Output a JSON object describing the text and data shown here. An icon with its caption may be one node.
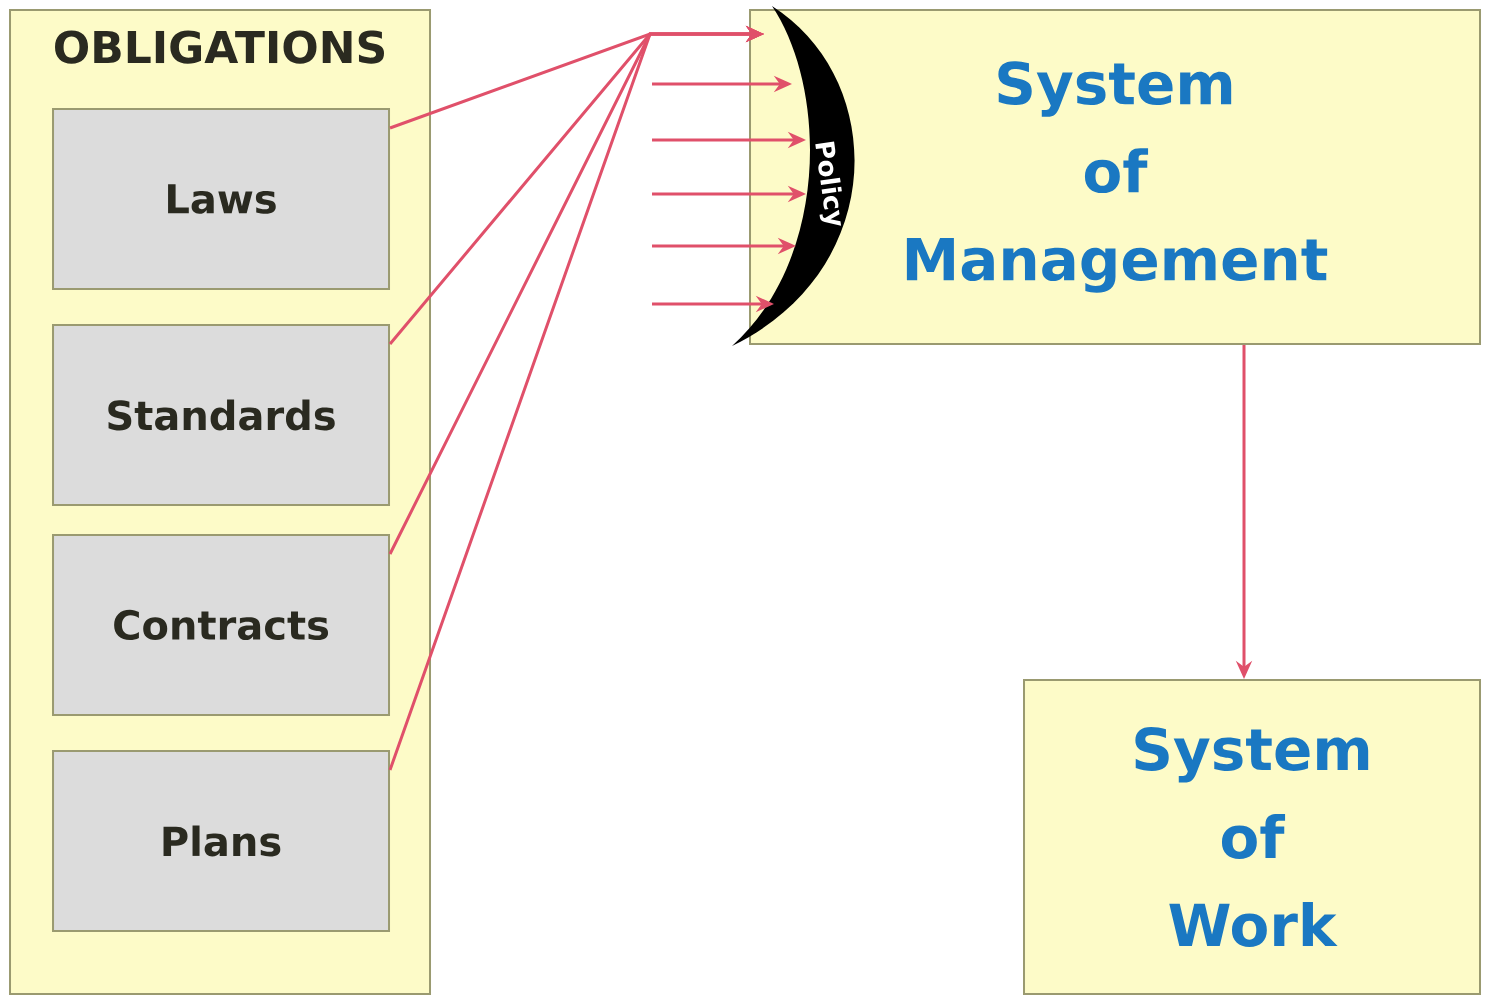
{
  "diagram": {
    "nodes": [
      {
        "text": [
          "OBLIGATIONS"
        ]
      },
      {
        "text": [
          "Laws"
        ],
        "in": 0
      },
      {
        "text": [
          "Standards"
        ],
        "in": 0
      },
      {
        "text": [
          "Contracts"
        ],
        "in": 0
      },
      {
        "text": [
          "Plans"
        ],
        "in": 0
      },
      {
        "text": [
          "Policy"
        ]
      },
      {
        "text": [
          "System of Management"
        ]
      },
      {
        "text": [
          "System of Work"
        ]
      }
    ],
    "edges": [
      {
        "from": 1,
        "to": 5,
        "arrow": "to"
      },
      {
        "from": 2,
        "to": 5,
        "arrow": "to"
      },
      {
        "from": 3,
        "to": 5,
        "arrow": "to"
      },
      {
        "from": 4,
        "to": 5,
        "arrow": "to"
      },
      {
        "from": null,
        "to": 5,
        "arrow": "to"
      },
      {
        "from": null,
        "to": 5,
        "arrow": "to"
      },
      {
        "from": null,
        "to": 5,
        "arrow": "to"
      },
      {
        "from": null,
        "to": 5,
        "arrow": "to"
      },
      {
        "from": null,
        "to": 5,
        "arrow": "to"
      },
      {
        "from": 6,
        "to": 7,
        "arrow": "to"
      }
    ]
  }
}
